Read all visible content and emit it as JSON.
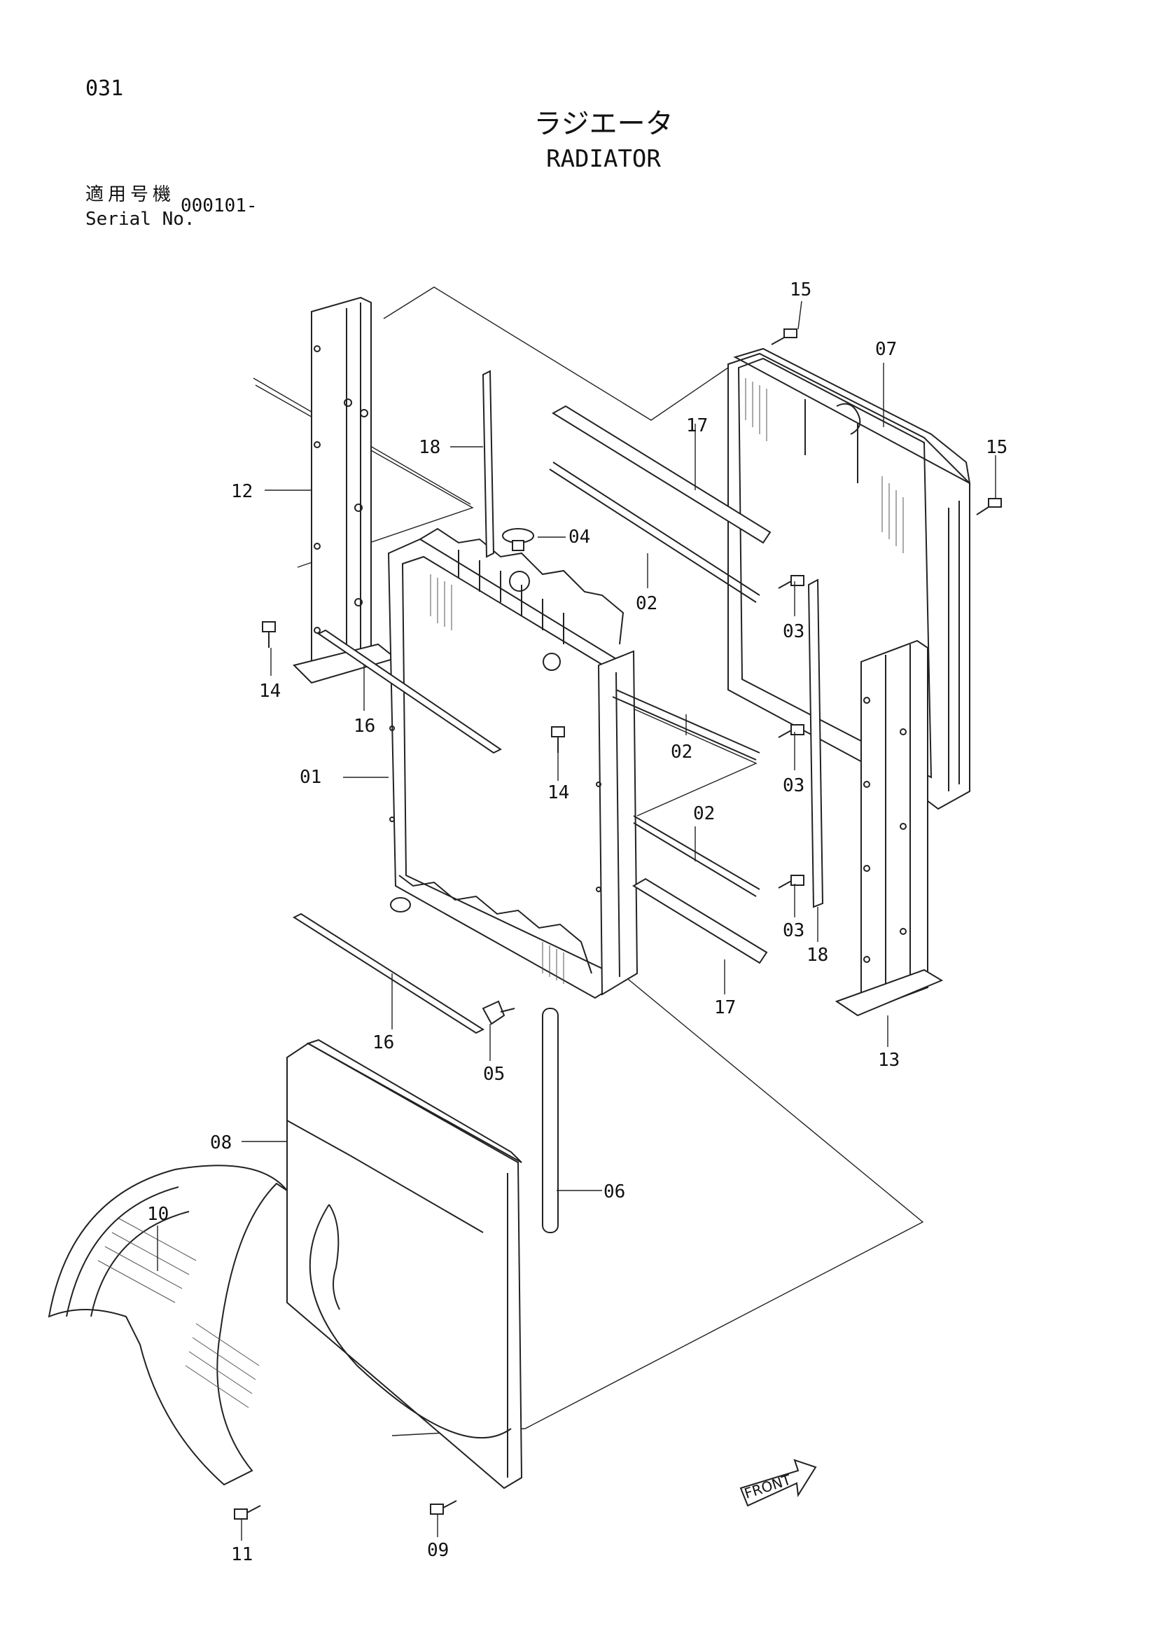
{
  "page_number": "031",
  "title_jp": "ラジエータ",
  "title_en": "RADIATOR",
  "serial": {
    "label_jp": "適用号機",
    "label_en": "Serial No.",
    "value": "000101-"
  },
  "front_label": "FRONT",
  "callouts": [
    "01",
    "02",
    "03",
    "04",
    "05",
    "06",
    "07",
    "08",
    "09",
    "10",
    "11",
    "12",
    "13",
    "14",
    "15",
    "16",
    "17",
    "18"
  ]
}
